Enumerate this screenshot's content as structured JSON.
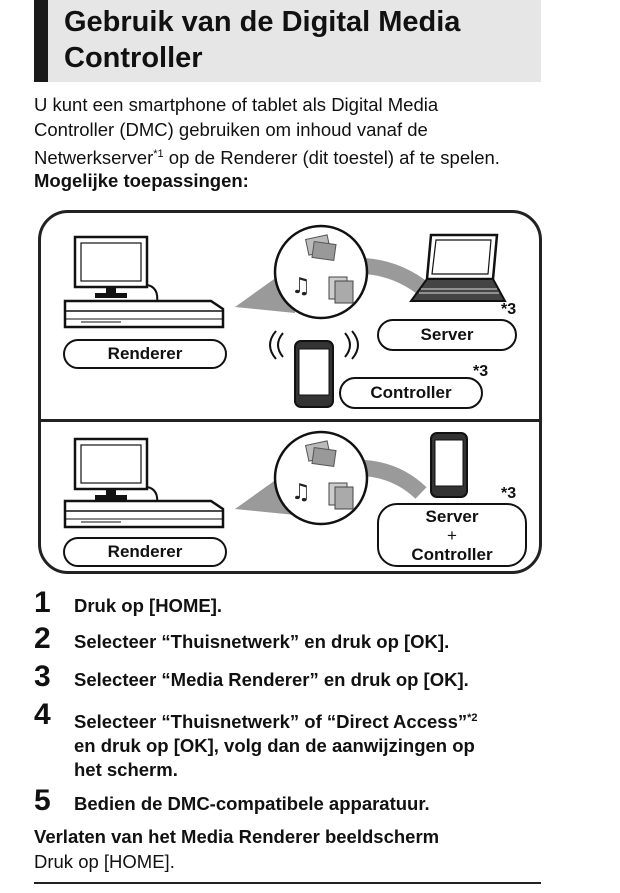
{
  "title": "Gebruik van de Digital Media Controller",
  "intro": {
    "line1": "U kunt een smartphone of tablet als Digital Media",
    "line2": "Controller (DMC) gebruiken om inhoud vanaf de",
    "line3_pre": "Netwerkserver",
    "line3_sup": "*1",
    "line3_post": " op de Renderer (dit toestel) af te spelen."
  },
  "subheading": "Mogelijke toepassingen:",
  "diagram": {
    "top": {
      "renderer_label": "Renderer",
      "server_label": "Server",
      "server_note": "*3",
      "controller_label": "Controller",
      "controller_note": "*3"
    },
    "bottom": {
      "renderer_label": "Renderer",
      "server_controller_line1": "Server",
      "server_controller_plus": "+",
      "server_controller_line2": "Controller",
      "note": "*3"
    }
  },
  "steps": [
    {
      "num": "1",
      "text": "Druk op [HOME]."
    },
    {
      "num": "2",
      "text": "Selecteer “Thuisnetwerk” en druk op [OK]."
    },
    {
      "num": "3",
      "text": "Selecteer “Media Renderer” en druk op [OK]."
    },
    {
      "num": "4",
      "text_pre": "Selecteer “Thuisnetwerk” of “Direct Access”",
      "text_sup": "*2",
      "text_line2": "en druk op [OK], volg dan de aanwijzingen op",
      "text_line3": "het scherm."
    },
    {
      "num": "5",
      "text": "Bedien de DMC-compatibele apparatuur."
    }
  ],
  "exit": {
    "heading": "Verlaten van het Media Renderer beeldscherm",
    "text": "Druk op [HOME]."
  },
  "colors": {
    "title_bg": "#e6e6e6",
    "title_bar": "#1a1a1a",
    "arrow_gray": "#9a9a9a"
  }
}
